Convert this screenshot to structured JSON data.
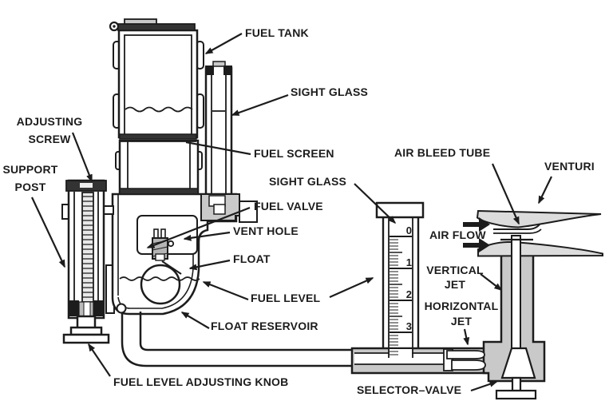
{
  "labels": {
    "fuel_tank": "FUEL TANK",
    "sight_glass_upper": "SIGHT GLASS",
    "adjusting_screw": [
      "ADJUSTING",
      "SCREW"
    ],
    "support_post": [
      "SUPPORT",
      "POST"
    ],
    "fuel_screen": "FUEL SCREEN",
    "sight_glass_lower": "SIGHT GLASS",
    "fuel_valve": "FUEL VALVE",
    "vent_hole": "VENT HOLE",
    "float": "FLOAT",
    "fuel_level": "FUEL LEVEL",
    "float_reservoir": "FLOAT RESERVOIR",
    "fuel_level_adjusting_knob": "FUEL LEVEL ADJUSTING KNOB",
    "selector_valve": "SELECTOR–VALVE",
    "air_bleed_tube": "AIR BLEED TUBE",
    "venturi": "VENTURI",
    "air_flow": "AIR FLOW",
    "vertical_jet": [
      "VERTICAL",
      "JET"
    ],
    "horizontal_jet": [
      "HORIZONTAL",
      "JET"
    ]
  },
  "sight_gauge": {
    "scale_numbers": [
      "0",
      "1",
      "2",
      "3"
    ]
  },
  "colors": {
    "line": "#1c1c1c",
    "component_gray": "#c9c9c9",
    "venturi_gray": "#dcdcdc",
    "background": "#ffffff"
  }
}
